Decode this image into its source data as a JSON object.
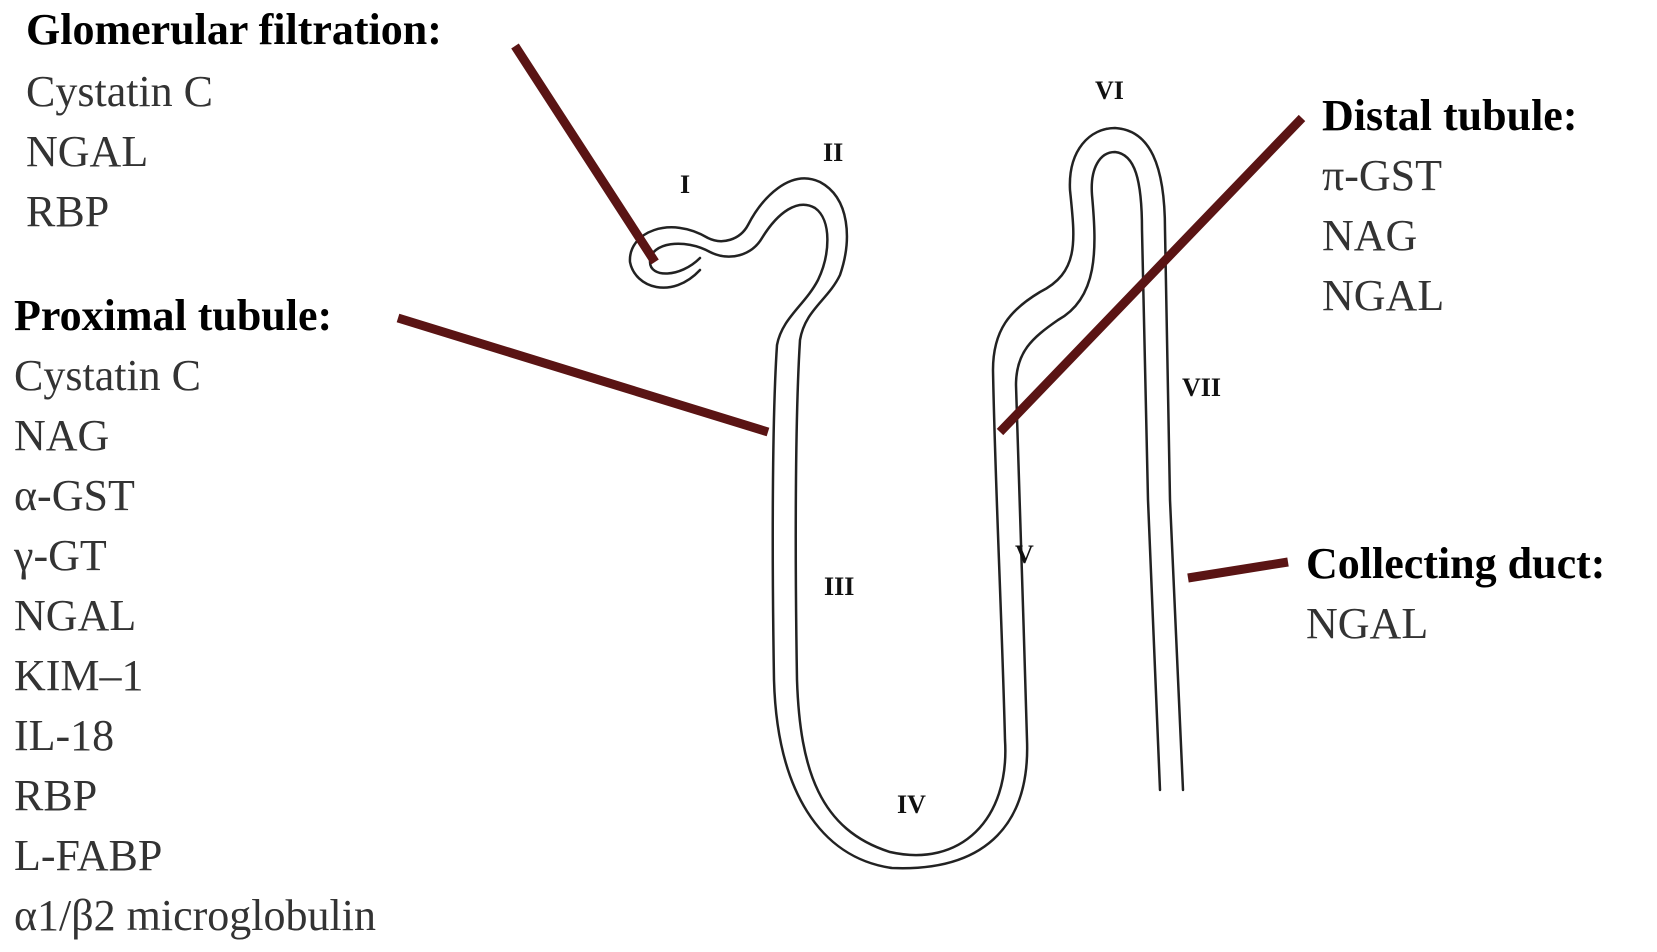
{
  "groups": {
    "glomerular": {
      "title": "Glomerular filtration:",
      "markers": [
        "Cystatin C",
        "NGAL",
        "RBP"
      ]
    },
    "proximal": {
      "title": "Proximal tubule:",
      "markers": [
        "Cystatin C",
        "NAG",
        "α-GST",
        "γ-GT",
        "NGAL",
        "KIM–1",
        "IL-18",
        "RBP",
        "L-FABP",
        "α1/β2 microglobulin"
      ]
    },
    "distal": {
      "title": "Distal tubule:",
      "markers": [
        "π-GST",
        "NAG",
        "NGAL"
      ]
    },
    "collecting": {
      "title": "Collecting duct:",
      "markers": [
        "NGAL"
      ]
    }
  },
  "segments": [
    "I",
    "II",
    "III",
    "IV",
    "V",
    "VI",
    "VII"
  ],
  "colors": {
    "leader_line": "#5a1414",
    "tubule_outline": "#222222",
    "title_text": "#000000",
    "body_text": "#333333"
  }
}
